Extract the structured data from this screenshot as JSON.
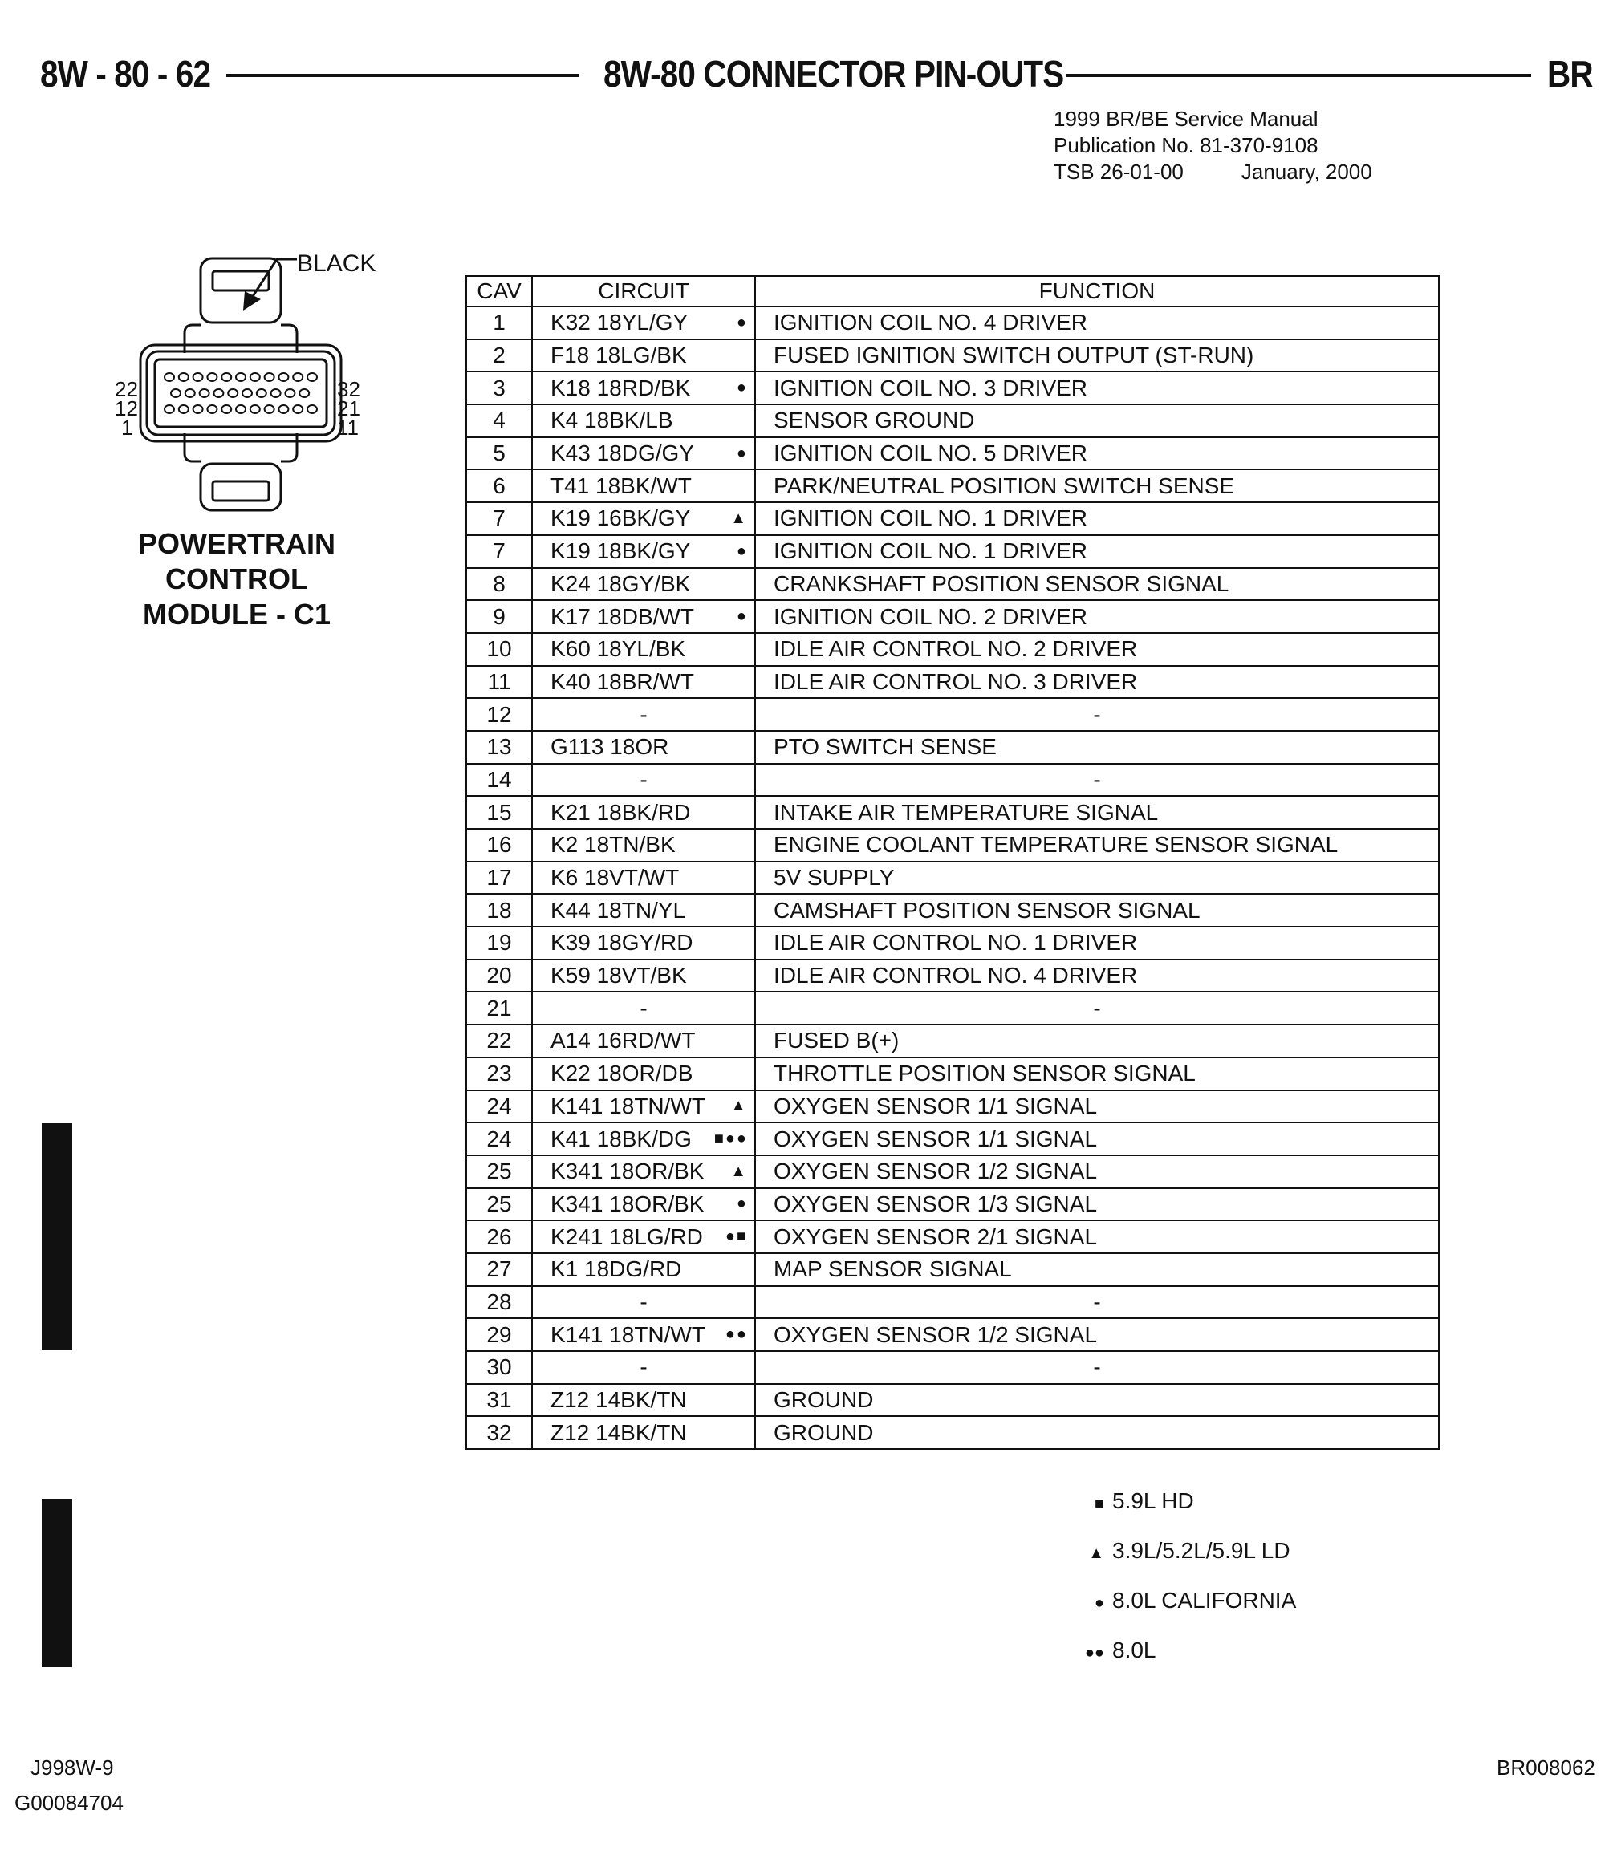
{
  "header": {
    "page_code": "8W - 80 - 62",
    "title": "8W-80 CONNECTOR PIN-OUTS",
    "model": "BR"
  },
  "publication": {
    "line1": "1999 BR/BE Service Manual",
    "line2": "Publication No. 81-370-9108",
    "tsb": "TSB 26-01-00",
    "date": "January, 2000"
  },
  "connector": {
    "color_label": "BLACK",
    "pin_left": [
      "22",
      "12",
      "1"
    ],
    "pin_right": [
      "32",
      "21",
      "11"
    ],
    "name_line1": "POWERTRAIN CONTROL",
    "name_line2": "MODULE - C1"
  },
  "table": {
    "headers": {
      "cav": "CAV",
      "circuit": "CIRCUIT",
      "function": "FUNCTION"
    },
    "rows": [
      {
        "cav": "1",
        "circuit": "K32 18YL/GY",
        "marker": "●",
        "function": "IGNITION COIL NO. 4 DRIVER"
      },
      {
        "cav": "2",
        "circuit": "F18 18LG/BK",
        "marker": "",
        "function": "FUSED IGNITION SWITCH OUTPUT (ST-RUN)"
      },
      {
        "cav": "3",
        "circuit": "K18 18RD/BK",
        "marker": "●",
        "function": "IGNITION COIL NO. 3 DRIVER"
      },
      {
        "cav": "4",
        "circuit": "K4 18BK/LB",
        "marker": "",
        "function": "SENSOR GROUND"
      },
      {
        "cav": "5",
        "circuit": "K43 18DG/GY",
        "marker": "●",
        "function": "IGNITION COIL NO. 5 DRIVER"
      },
      {
        "cav": "6",
        "circuit": "T41 18BK/WT",
        "marker": "",
        "function": "PARK/NEUTRAL POSITION SWITCH SENSE"
      },
      {
        "cav": "7",
        "circuit": "K19 16BK/GY",
        "marker": "▲",
        "function": "IGNITION COIL NO. 1 DRIVER"
      },
      {
        "cav": "7",
        "circuit": "K19 18BK/GY",
        "marker": "●",
        "function": "IGNITION COIL NO. 1 DRIVER"
      },
      {
        "cav": "8",
        "circuit": "K24 18GY/BK",
        "marker": "",
        "function": "CRANKSHAFT POSITION SENSOR SIGNAL"
      },
      {
        "cav": "9",
        "circuit": "K17 18DB/WT",
        "marker": "●",
        "function": "IGNITION COIL NO. 2 DRIVER"
      },
      {
        "cav": "10",
        "circuit": "K60 18YL/BK",
        "marker": "",
        "function": "IDLE AIR CONTROL NO. 2 DRIVER"
      },
      {
        "cav": "11",
        "circuit": "K40 18BR/WT",
        "marker": "",
        "function": "IDLE AIR CONTROL NO. 3 DRIVER"
      },
      {
        "cav": "12",
        "circuit": "-",
        "marker": "",
        "function": "-"
      },
      {
        "cav": "13",
        "circuit": "G113 18OR",
        "marker": "",
        "function": "PTO SWITCH SENSE"
      },
      {
        "cav": "14",
        "circuit": "-",
        "marker": "",
        "function": "-"
      },
      {
        "cav": "15",
        "circuit": "K21 18BK/RD",
        "marker": "",
        "function": "INTAKE AIR TEMPERATURE SIGNAL"
      },
      {
        "cav": "16",
        "circuit": "K2 18TN/BK",
        "marker": "",
        "function": "ENGINE COOLANT TEMPERATURE SENSOR SIGNAL"
      },
      {
        "cav": "17",
        "circuit": "K6 18VT/WT",
        "marker": "",
        "function": "5V SUPPLY"
      },
      {
        "cav": "18",
        "circuit": "K44 18TN/YL",
        "marker": "",
        "function": "CAMSHAFT POSITION SENSOR SIGNAL"
      },
      {
        "cav": "19",
        "circuit": "K39 18GY/RD",
        "marker": "",
        "function": "IDLE AIR CONTROL NO. 1 DRIVER"
      },
      {
        "cav": "20",
        "circuit": "K59 18VT/BK",
        "marker": "",
        "function": "IDLE AIR CONTROL NO. 4 DRIVER"
      },
      {
        "cav": "21",
        "circuit": "-",
        "marker": "",
        "function": "-"
      },
      {
        "cav": "22",
        "circuit": "A14 16RD/WT",
        "marker": "",
        "function": "FUSED B(+)"
      },
      {
        "cav": "23",
        "circuit": "K22 18OR/DB",
        "marker": "",
        "function": "THROTTLE POSITION SENSOR SIGNAL"
      },
      {
        "cav": "24",
        "circuit": "K141 18TN/WT",
        "marker": "▲",
        "function": "OXYGEN SENSOR 1/1 SIGNAL"
      },
      {
        "cav": "24",
        "circuit": "K41 18BK/DG",
        "marker": "■●●",
        "function": "OXYGEN SENSOR 1/1 SIGNAL"
      },
      {
        "cav": "25",
        "circuit": "K341 18OR/BK",
        "marker": "▲",
        "function": "OXYGEN SENSOR 1/2 SIGNAL"
      },
      {
        "cav": "25",
        "circuit": "K341 18OR/BK",
        "marker": "●",
        "function": "OXYGEN SENSOR 1/3 SIGNAL"
      },
      {
        "cav": "26",
        "circuit": "K241 18LG/RD",
        "marker": "●■",
        "function": "OXYGEN SENSOR 2/1 SIGNAL"
      },
      {
        "cav": "27",
        "circuit": "K1 18DG/RD",
        "marker": "",
        "function": "MAP SENSOR SIGNAL"
      },
      {
        "cav": "28",
        "circuit": "-",
        "marker": "",
        "function": "-"
      },
      {
        "cav": "29",
        "circuit": "K141 18TN/WT",
        "marker": "●●",
        "function": "OXYGEN SENSOR 1/2 SIGNAL"
      },
      {
        "cav": "30",
        "circuit": "-",
        "marker": "",
        "function": "-"
      },
      {
        "cav": "31",
        "circuit": "Z12 14BK/TN",
        "marker": "",
        "function": "GROUND"
      },
      {
        "cav": "32",
        "circuit": "Z12 14BK/TN",
        "marker": "",
        "function": "GROUND"
      }
    ]
  },
  "legend": [
    {
      "symbol": "■",
      "text": "5.9L HD"
    },
    {
      "symbol": "▲",
      "text": "3.9L/5.2L/5.9L LD"
    },
    {
      "symbol": "●",
      "text": "8.0L CALIFORNIA"
    },
    {
      "symbol": "●●",
      "text": "8.0L"
    }
  ],
  "footer": {
    "left_code": "J998W-9",
    "left_id": "G00084704",
    "right_code": "BR008062"
  }
}
